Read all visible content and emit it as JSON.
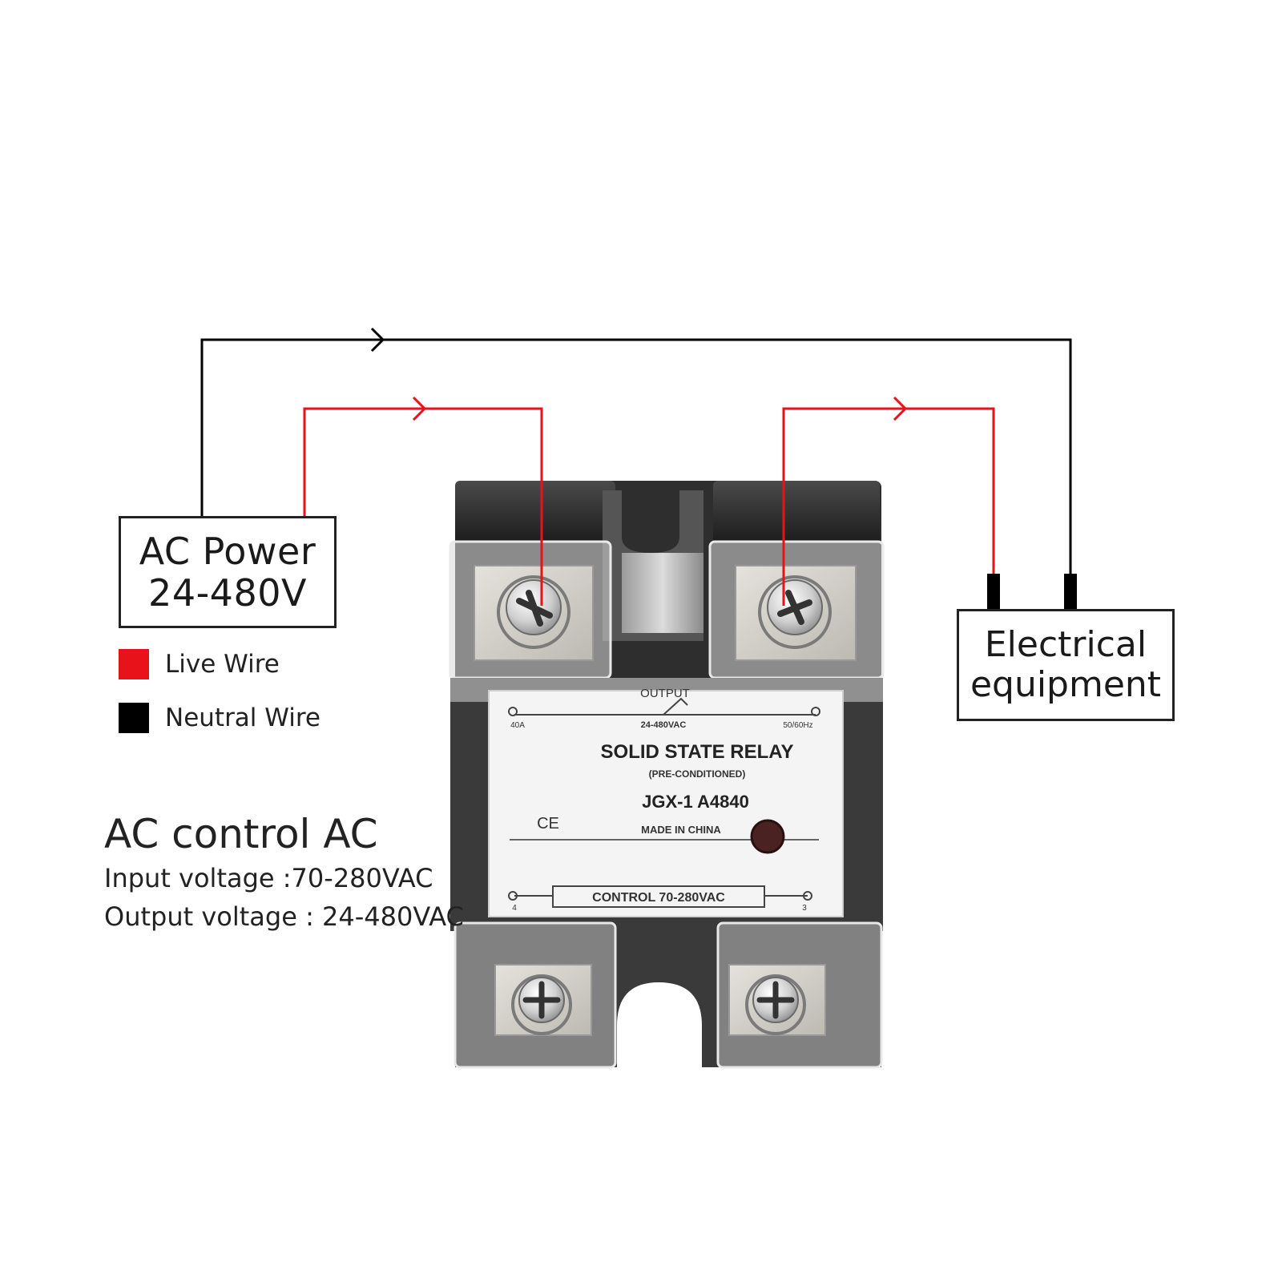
{
  "power_box": {
    "line1": "AC Power",
    "line2": "24-480V"
  },
  "equipment_box": {
    "line1": "Electrical",
    "line2": "equipment"
  },
  "legend": [
    {
      "label": "Live Wire",
      "color": "#e8121b"
    },
    {
      "label": "Neutral Wire",
      "color": "#000000"
    }
  ],
  "description": {
    "heading": "AC control AC",
    "input": "Input voltage :70-280VAC",
    "output": "Output voltage : 24-480VAC"
  },
  "relay": {
    "output_label": "OUTPUT",
    "current": "40A",
    "output_voltage": "24-480VAC",
    "frequency": "50/60Hz",
    "title": "SOLID STATE RELAY",
    "subtitle": "(PRE-CONDITIONED)",
    "model": "JGX-1 A4840",
    "ce_mark": "CE",
    "origin": "MADE IN CHINA",
    "control_label": "CONTROL 70-280VAC",
    "terminal_4": "4",
    "terminal_3": "3"
  },
  "colors": {
    "live": "#e8121b",
    "neutral": "#000000",
    "housing": "#3a3a3a",
    "label_bg": "#f4f4f4"
  }
}
